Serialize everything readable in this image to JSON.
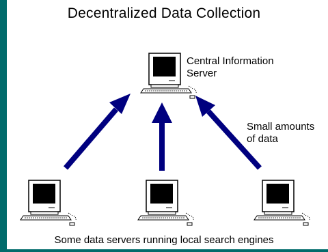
{
  "title": "Decentralized Data Collection",
  "labels": {
    "central_server_line1": "Central Information",
    "central_server_line2": "Server",
    "data_line1": "Small amounts",
    "data_line2": "of data",
    "footer": "Some data servers running local search engines"
  },
  "colors": {
    "frame": "#006b6b",
    "arrow": "#00007f",
    "screen": "#000000"
  },
  "icons": [
    "computer-icon",
    "arrow-up-right-icon",
    "arrow-up-icon",
    "arrow-up-left-icon"
  ]
}
